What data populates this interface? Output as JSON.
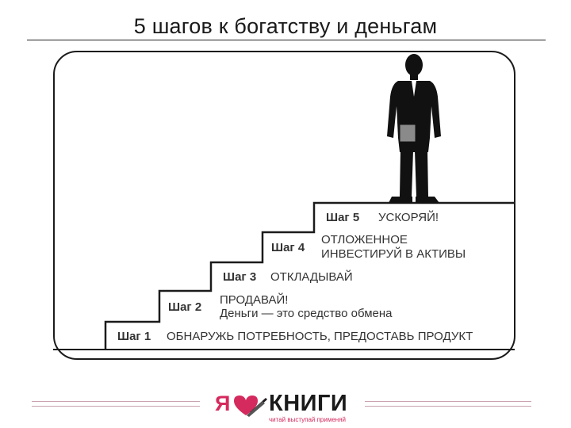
{
  "title": "5 шагов к богатству и деньгам",
  "steps": [
    {
      "label": "Шаг 1",
      "text": "ОБНАРУЖЬ ПОТРЕБНОСТЬ, ПРЕДОСТАВЬ ПРОДУКТ"
    },
    {
      "label": "Шаг 2",
      "text_line1": "ПРОДАВАЙ!",
      "text_line2": "Деньги — это средство обмена"
    },
    {
      "label": "Шаг 3",
      "text": "ОТКЛАДЫВАЙ"
    },
    {
      "label": "Шаг 4",
      "text_line1": "ОТЛОЖЕННОЕ",
      "text_line2": "ИНВЕСТИРУЙ В АКТИВЫ"
    },
    {
      "label": "Шаг 5",
      "text": "УСКОРЯЙ!"
    }
  ],
  "logo": {
    "ya": "Я",
    "knigi": "КНИГИ",
    "tagline": "читай выступай применяй",
    "accent_color": "#d52a5e"
  },
  "icons": [
    "businessman-silhouette-icon",
    "heart-book-icon"
  ]
}
